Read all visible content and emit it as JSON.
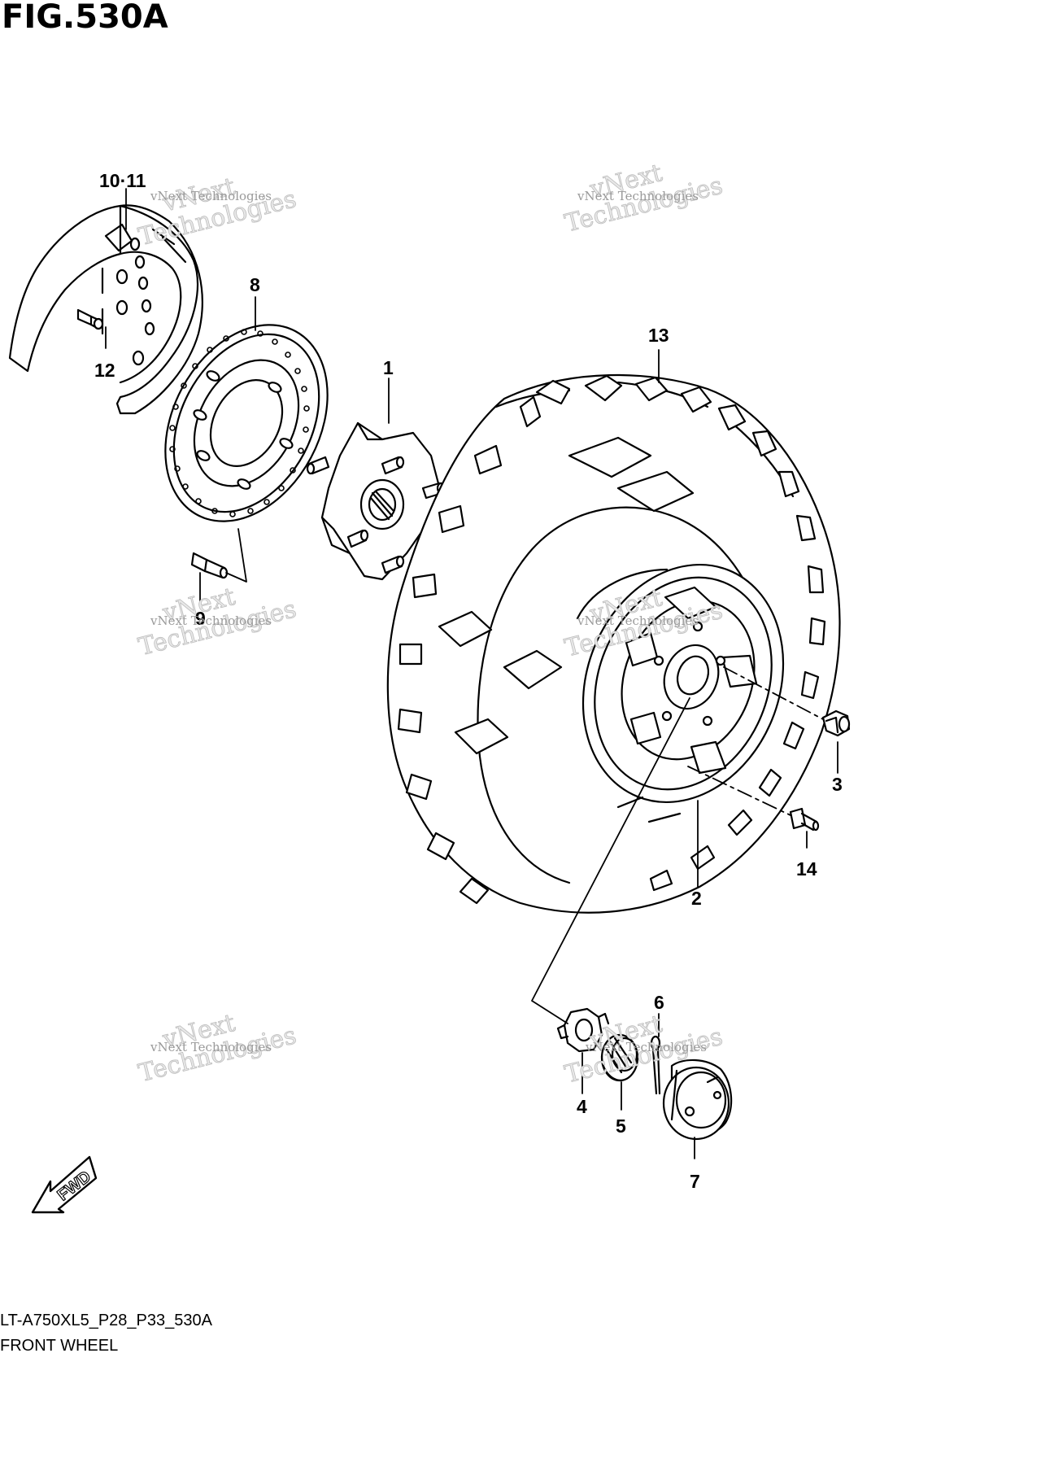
{
  "header": {
    "title": "FIG.530A"
  },
  "footer": {
    "model_code": "LT-A750XL5_P28_P33_530A",
    "description": "FRONT WHEEL"
  },
  "watermark": {
    "small": "vNext Technologies",
    "large_top": "vNext",
    "large_bottom": "Technologies"
  },
  "fwd_label": "FWD",
  "callouts": {
    "c1": "1",
    "c2": "2",
    "c3": "3",
    "c4": "4",
    "c5": "5",
    "c6": "6",
    "c7": "7",
    "c8": "8",
    "c9": "9",
    "c10_11": "10·11",
    "c12": "12",
    "c13": "13",
    "c14": "14"
  },
  "colors": {
    "line": "#000000",
    "background": "#ffffff",
    "watermark": "#9a9a9a"
  }
}
